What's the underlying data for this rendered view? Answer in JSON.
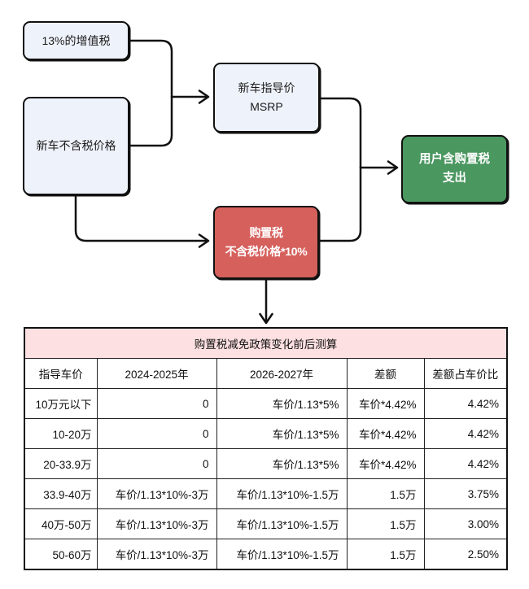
{
  "colors": {
    "box_light": "#eef2fa",
    "box_red": "#d5605c",
    "box_green": "#4a9760",
    "table_title_bg": "#fde0e1",
    "line": "#111111"
  },
  "flowchart": {
    "vat_label": "13%的增值税",
    "pretax_price_label": "新车不含税价格",
    "msrp_line1": "新车指导价",
    "msrp_line2": "MSRP",
    "purchase_tax_line1": "购置税",
    "purchase_tax_line2": "不含税价格*10%",
    "user_cost_line1": "用户含购置税",
    "user_cost_line2": "支出"
  },
  "table": {
    "title": "购置税减免政策变化前后测算",
    "headers": [
      "指导车价",
      "2024-2025年",
      "2026-2027年",
      "差额",
      "差额占车价比"
    ],
    "rows": [
      [
        "10万元以下",
        "0",
        "车价/1.13*5%",
        "车价*4.42%",
        "4.42%"
      ],
      [
        "10-20万",
        "0",
        "车价/1.13*5%",
        "车价*4.42%",
        "4.42%"
      ],
      [
        "20-33.9万",
        "0",
        "车价/1.13*5%",
        "车价*4.42%",
        "4.42%"
      ],
      [
        "33.9-40万",
        "车价/1.13*10%-3万",
        "车价/1.13*10%-1.5万",
        "1.5万",
        "3.75%"
      ],
      [
        "40万-50万",
        "车价/1.13*10%-3万",
        "车价/1.13*10%-1.5万",
        "1.5万",
        "3.00%"
      ],
      [
        "50-60万",
        "车价/1.13*10%-3万",
        "车价/1.13*10%-1.5万",
        "1.5万",
        "2.50%"
      ]
    ]
  }
}
